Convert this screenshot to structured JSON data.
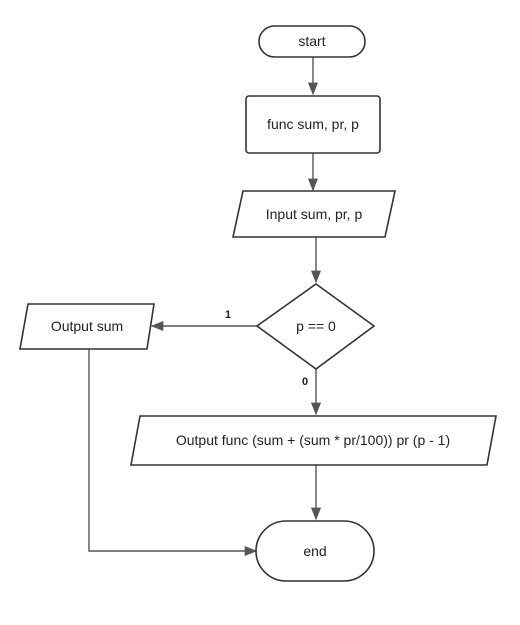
{
  "diagram": {
    "nodes": {
      "start": "start",
      "func_decl": "func sum, pr, p",
      "input": "Input sum, pr, p",
      "decision": "p == 0",
      "output_sum": "Output sum",
      "output_recursive": "Output func (sum + (sum * pr/100)) pr (p - 1)",
      "end": "end"
    },
    "edge_labels": {
      "true_branch": "1",
      "false_branch": "0"
    },
    "colors": {
      "stroke": "#333333",
      "connector": "#555555",
      "fill": "#ffffff"
    }
  }
}
